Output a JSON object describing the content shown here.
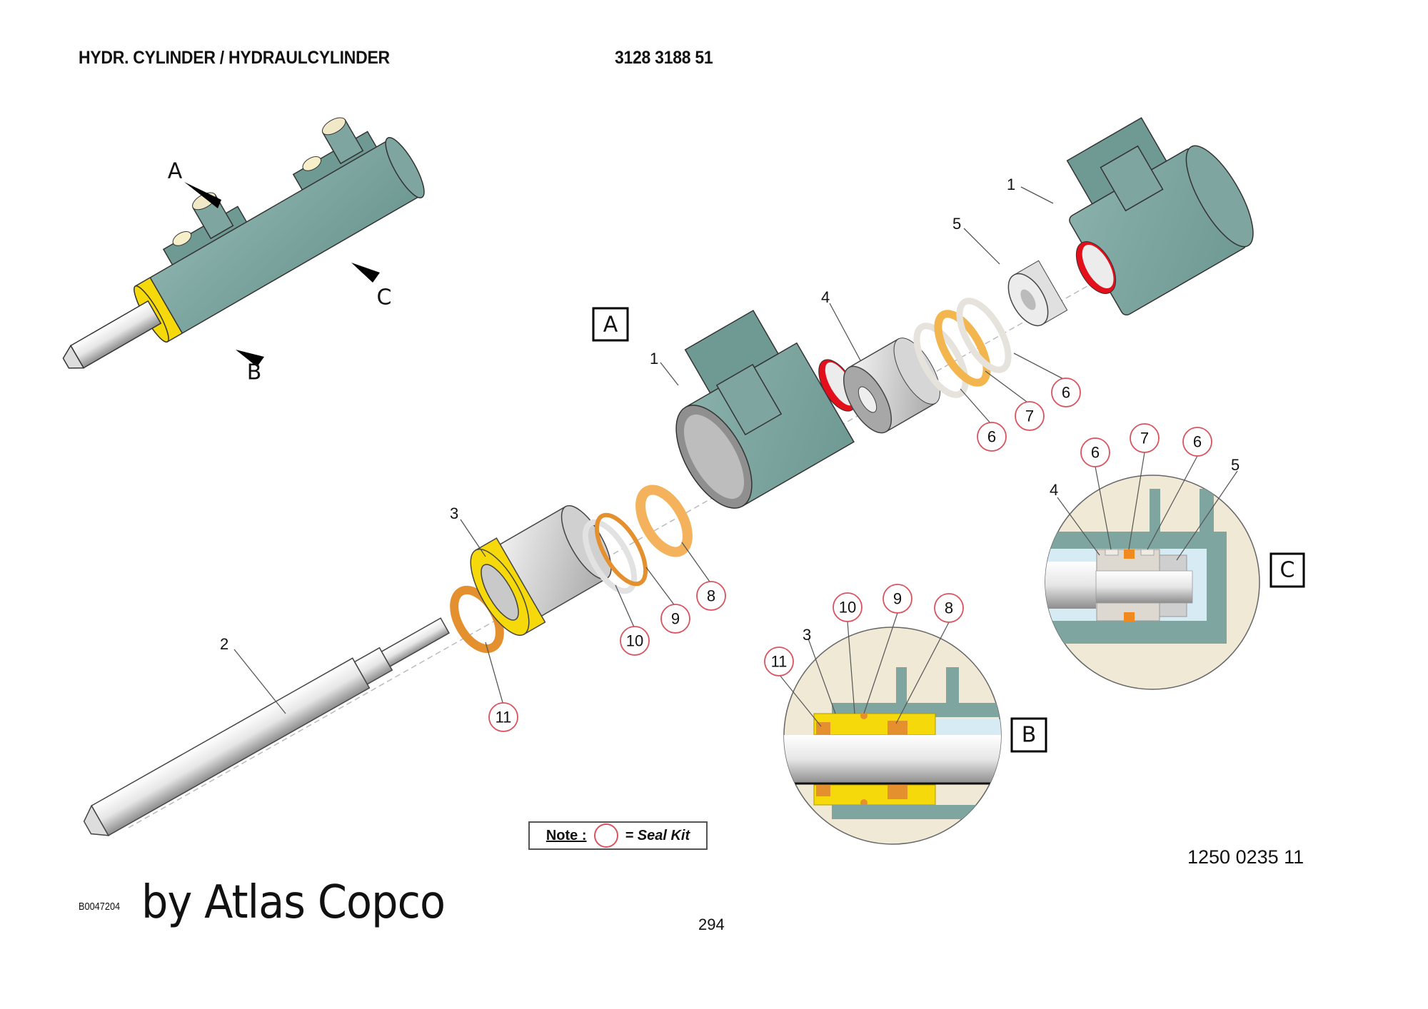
{
  "header": {
    "title": "HYDR. CYLINDER / HYDRAULCYLINDER",
    "part_number": "3128 3188 51"
  },
  "colors": {
    "body": "#7ea59f",
    "body_dark": "#5f8a84",
    "seal_kit_ring": "#d9535f",
    "gland_yellow": "#f5d90a",
    "seal_orange": "#f0a53a",
    "seal_light_orange": "#f7c37a",
    "detail_bg": "#efe9d6",
    "fluid": "#d6ebf4",
    "metal": "#d8d8d8",
    "port_red": "#e3101c"
  },
  "overview": {
    "view_markers": [
      "A",
      "B",
      "C"
    ]
  },
  "exploded_view": {
    "view_label": "A",
    "part_labels": [
      {
        "id": "1",
        "seal_kit": false
      },
      {
        "id": "1",
        "seal_kit": false
      },
      {
        "id": "2",
        "seal_kit": false
      },
      {
        "id": "3",
        "seal_kit": false
      },
      {
        "id": "4",
        "seal_kit": false
      },
      {
        "id": "5",
        "seal_kit": false
      }
    ],
    "seal_labels": [
      {
        "id": "6",
        "seal_kit": true
      },
      {
        "id": "7",
        "seal_kit": true
      },
      {
        "id": "6",
        "seal_kit": true
      },
      {
        "id": "8",
        "seal_kit": true
      },
      {
        "id": "9",
        "seal_kit": true
      },
      {
        "id": "10",
        "seal_kit": true
      },
      {
        "id": "11",
        "seal_kit": true
      }
    ]
  },
  "detail_b": {
    "view_label": "B",
    "part_labels": [
      "3"
    ],
    "seal_labels": [
      "11",
      "10",
      "9",
      "8"
    ]
  },
  "detail_c": {
    "view_label": "C",
    "part_labels": [
      "4",
      "5"
    ],
    "seal_labels": [
      "6",
      "7",
      "6"
    ]
  },
  "note": {
    "label": "Note :",
    "text": "= Seal Kit"
  },
  "footer": {
    "document_number": "1250 0235 11",
    "image_id": "B0047204",
    "brand": "by Atlas Copco",
    "page_number": "294"
  }
}
